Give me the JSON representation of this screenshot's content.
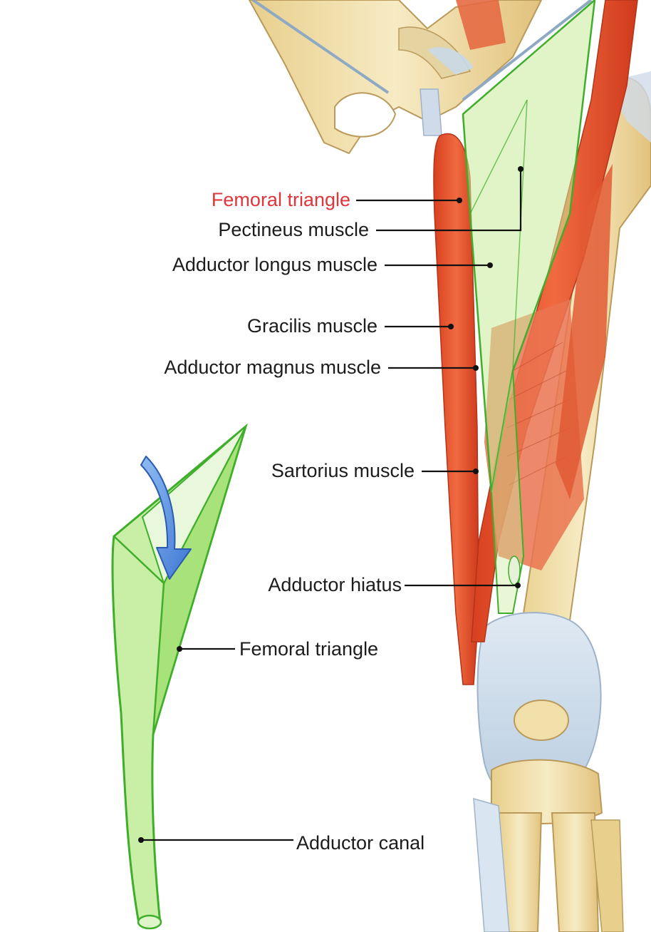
{
  "labels": {
    "femoral_triangle_top": "Femoral triangle",
    "pectineus": "Pectineus muscle",
    "adductor_longus": "Adductor longus muscle",
    "gracilis": "Gracilis muscle",
    "adductor_magnus": "Adductor magnus muscle",
    "sartorius": "Sartorius muscle",
    "adductor_hiatus": "Adductor hiatus",
    "femoral_triangle_bottom": "Femoral triangle",
    "adductor_canal": "Adductor canal"
  },
  "colors": {
    "highlight_label": "#e0353a",
    "muscle": "#e8512e",
    "bone": "#f1dfaa",
    "triangle_fill": "#b9ec8e",
    "triangle_stroke": "#3fae2a",
    "arrow": "#5b93e0"
  },
  "icons": {
    "direction_arrow": "arrow-down-curved-icon"
  }
}
